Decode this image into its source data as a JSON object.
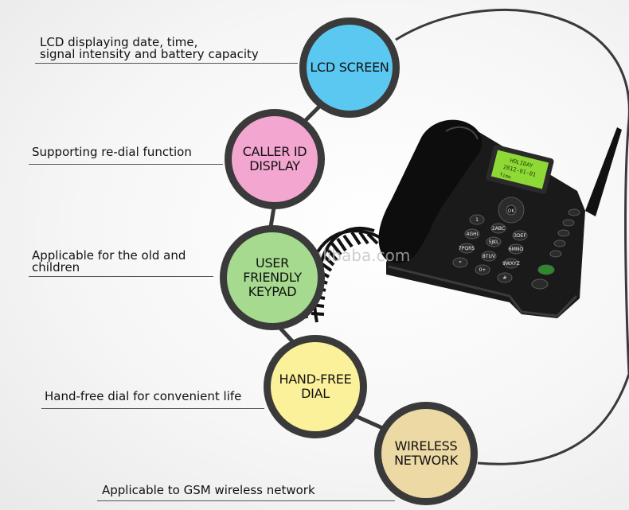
{
  "features": [
    {
      "bubble_lines": [
        "LCD SCREEN"
      ],
      "description_lines": [
        "LCD displaying date, time,",
        "signal intensity and battery capacity"
      ],
      "color": "#5bc8f1"
    },
    {
      "bubble_lines": [
        "CALLER ID",
        "DISPLAY"
      ],
      "description_lines": [
        "Supporting re-dial function"
      ],
      "color": "#f3a6cf"
    },
    {
      "bubble_lines": [
        "USER",
        "FRIENDLY",
        "KEYPAD"
      ],
      "description_lines": [
        "Applicable for the old and",
        "children"
      ],
      "color": "#a6db8f"
    },
    {
      "bubble_lines": [
        "HAND-FREE",
        "DIAL"
      ],
      "description_lines": [
        "Hand-free dial for convenient life"
      ],
      "color": "#fbf19b"
    },
    {
      "bubble_lines": [
        "WIRELESS",
        "NETWORK"
      ],
      "description_lines": [
        "Applicable to GSM wireless network"
      ],
      "color": "#ecd9a4"
    }
  ],
  "watermark": "telpo.en.alibaba.com",
  "phone_screen": {
    "line1": "HOLIDAY",
    "line2": "2012-01-01",
    "line3": "Time"
  },
  "keypad": {
    "nav_center": "OK",
    "keys": [
      "1",
      "2ABC",
      "3DEF",
      "4GHI",
      "5JKL",
      "6MNO",
      "7PQRS",
      "8TUV",
      "9WXYZ",
      "*",
      "0+",
      "#"
    ]
  }
}
